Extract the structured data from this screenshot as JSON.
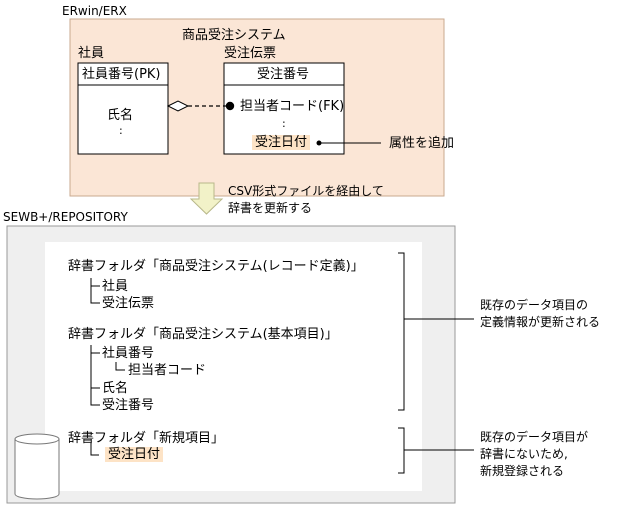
{
  "erwin": {
    "tool_label": "ERwin/ERX",
    "model_title": "商品受注システム",
    "employee_entity": {
      "name": "社員",
      "pk": "社員番号(PK)",
      "attr_name": "氏名",
      "ellipsis": ":"
    },
    "order_entity": {
      "name": "受注伝票",
      "pk": "受注番号",
      "fk": "担当者コード(FK)",
      "ellipsis": ":",
      "added_attr": "受注日付"
    },
    "add_attr_note": "属性を追加"
  },
  "transfer_note": {
    "line1": "CSV形式ファイルを経由して",
    "line2": "辞書を更新する"
  },
  "repository": {
    "label": "SEWB+/REPOSITORY",
    "folder_record": {
      "title": "辞書フォルダ「商品受注システム(レコード定義)」",
      "items": [
        "社員",
        "受注伝票"
      ]
    },
    "folder_basic": {
      "title": "辞書フォルダ「商品受注システム(基本項目)」",
      "items": [
        "社員番号",
        "担当者コード",
        "氏名",
        "受注番号"
      ]
    },
    "folder_new": {
      "title": "辞書フォルダ「新規項目」",
      "items": [
        "受注日付"
      ]
    },
    "note_updated": {
      "line1": "既存のデータ項目の",
      "line2": "定義情報が更新される"
    },
    "note_new": {
      "line1": "既存のデータ項目が",
      "line2": "辞書にないため,",
      "line3": "新規登録される"
    }
  },
  "colors": {
    "erwin_fill": "#fbe6d6",
    "erwin_border": "#c9a98f",
    "repo_fill": "#efefef",
    "repo_border": "#999999",
    "highlight": "#fde3c6",
    "arrow_fill": "#f2f2c8",
    "arrow_stroke": "#b8b88a"
  },
  "icons": [
    "database-cylinder-icon",
    "down-arrow-icon",
    "diamond-connector-icon"
  ]
}
